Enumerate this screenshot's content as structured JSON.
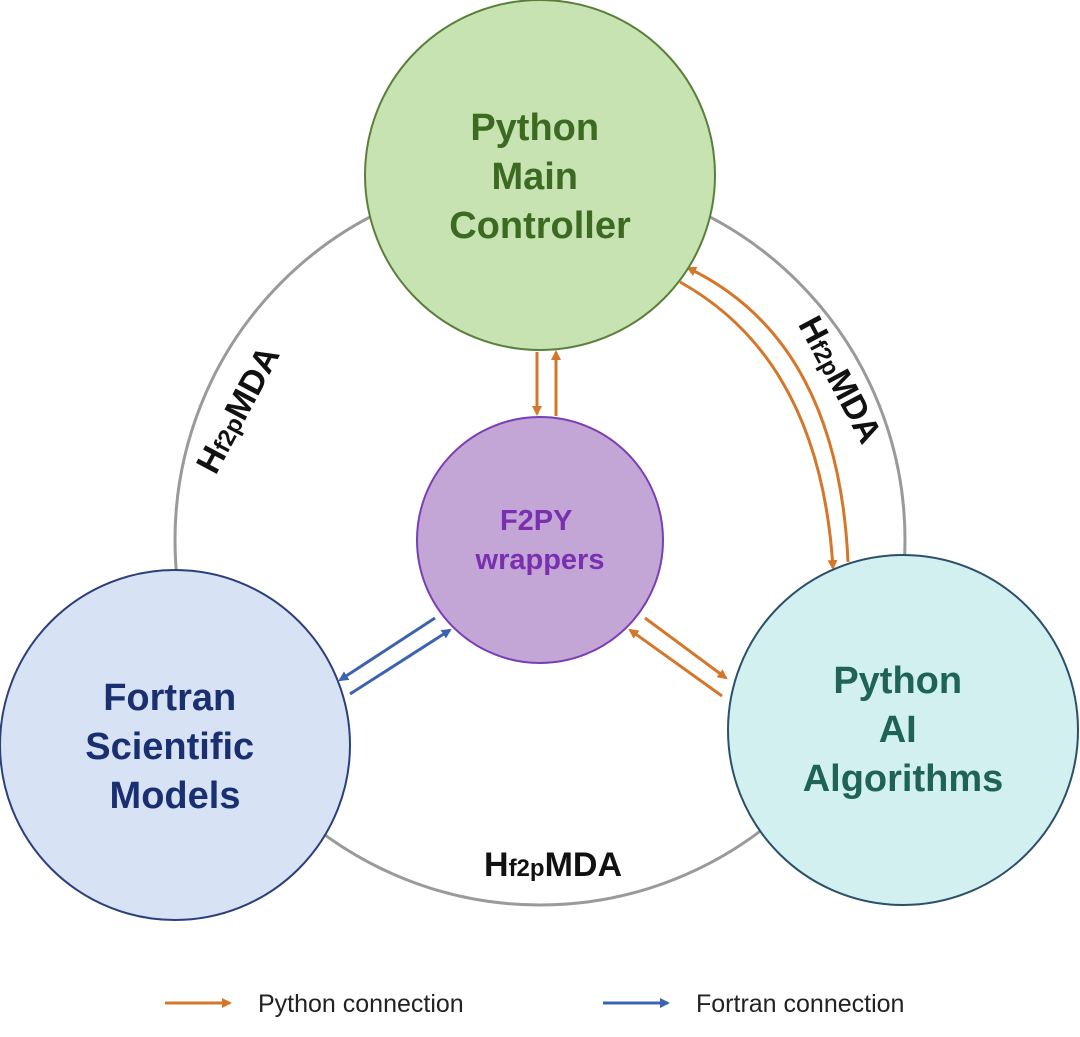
{
  "nodes": {
    "controller": {
      "lines": [
        "Python",
        "Main",
        "Controller"
      ],
      "fill": "#c6e3b1",
      "stroke": "#5a7f3a",
      "text_color": "#3d6a22"
    },
    "f2py": {
      "lines": [
        "F2PY",
        "wrappers"
      ],
      "fill": "#c3a5d6",
      "stroke": "#7b3fb5",
      "text_color": "#7a2fb0"
    },
    "fortran": {
      "lines": [
        "Fortran",
        "Scientific",
        "Models"
      ],
      "fill": "#d8e2f5",
      "stroke": "#2b3f7a",
      "text_color": "#1a2f70"
    },
    "ai": {
      "lines": [
        "Python",
        "AI",
        "Algorithms"
      ],
      "fill": "#d2f0ef",
      "stroke": "#2c4f6a",
      "text_color": "#1f6357"
    }
  },
  "ring_labels": {
    "left": {
      "prefix": "H",
      "sub": "f2p",
      "suffix": "MDA"
    },
    "right": {
      "prefix": "H",
      "sub": "f2p",
      "suffix": "MDA"
    },
    "bottom": {
      "prefix": "H",
      "sub": "f2p",
      "suffix": "MDA"
    }
  },
  "colors": {
    "ring": "#9a9a9a",
    "python_connection": "#d4772a",
    "fortran_connection": "#3c63b0"
  },
  "legend": {
    "python": {
      "label": "Python connection"
    },
    "fortran": {
      "label": "Fortran connection"
    }
  }
}
